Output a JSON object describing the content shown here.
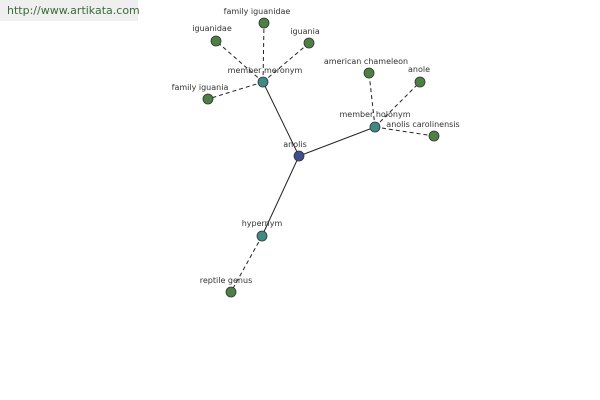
{
  "header": {
    "site_link": "http://www.artikata.com"
  },
  "colors": {
    "root_node": "#3d4f8f",
    "relation_node": "#3f8a86",
    "leaf_node": "#4e7f44",
    "edge": "#222222"
  },
  "graph": {
    "root": "anolis",
    "relations": [
      {
        "label": "member meronym",
        "terms": [
          "family iguanidae",
          "iguanidae",
          "iguania",
          "family iguania"
        ]
      },
      {
        "label": "member holonym",
        "terms": [
          "american chameleon",
          "anole",
          "anolis carolinensis"
        ]
      },
      {
        "label": "hypernym",
        "terms": [
          "reptile genus"
        ]
      }
    ]
  }
}
